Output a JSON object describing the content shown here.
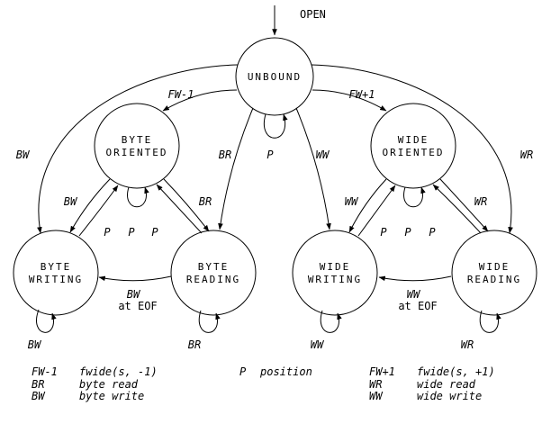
{
  "colors": {
    "ink": "#000000",
    "background": "#ffffff"
  },
  "states": {
    "unbound": {
      "line1": "UNBOUND"
    },
    "byte_oriented": {
      "line1": "BYTE",
      "line2": "ORIENTED"
    },
    "wide_oriented": {
      "line1": "WIDE",
      "line2": "ORIENTED"
    },
    "byte_writing": {
      "line1": "BYTE",
      "line2": "WRITING"
    },
    "byte_reading": {
      "line1": "BYTE",
      "line2": "READING"
    },
    "wide_writing": {
      "line1": "WIDE",
      "line2": "WRITING"
    },
    "wide_reading": {
      "line1": "WIDE",
      "line2": "READING"
    }
  },
  "edge_labels": {
    "open": "OPEN",
    "fw_minus1": "FW-1",
    "fw_plus1": "FW+1",
    "p_unbound": "P",
    "bw_unbound_to_writing": "BW",
    "br_unbound_to_reading": "BR",
    "ww_unbound_to_writing": "WW",
    "wr_unbound_to_reading": "WR",
    "bw_oriented_to_writing": "BW",
    "br_oriented_to_reading": "BR",
    "ww_oriented_to_writing": "WW",
    "wr_oriented_to_reading": "WR",
    "p_byte_writing": "P",
    "p_byte_oriented": "P",
    "p_byte_reading": "P",
    "p_wide_writing": "P",
    "p_wide_oriented": "P",
    "p_wide_reading": "P",
    "bw_eof": "BW",
    "bw_eof_sub": "at EOF",
    "ww_eof": "WW",
    "ww_eof_sub": "at EOF",
    "bw_self": "BW",
    "br_self": "BR",
    "ww_self": "WW",
    "wr_self": "WR"
  },
  "legend": {
    "left": [
      {
        "key": "FW-1",
        "desc": "fwide(s, -1)"
      },
      {
        "key": "BR",
        "desc": "byte read"
      },
      {
        "key": "BW",
        "desc": "byte write"
      }
    ],
    "center": [
      {
        "key": "P",
        "desc": "position"
      }
    ],
    "right": [
      {
        "key": "FW+1",
        "desc": "fwide(s, +1)"
      },
      {
        "key": "WR",
        "desc": "wide read"
      },
      {
        "key": "WW",
        "desc": "wide write"
      }
    ]
  }
}
